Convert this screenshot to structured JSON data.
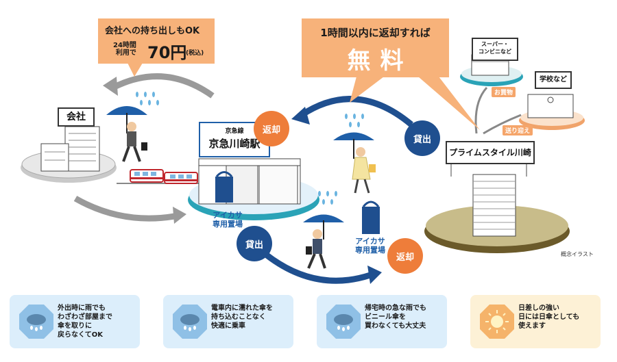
{
  "callout_company": {
    "line1": "会社への持ち出しもOK",
    "small": "24時間\n利用で",
    "price": "70円",
    "tax": "(税込)"
  },
  "callout_free": {
    "line1": "1時間以内に返却すれば",
    "big": "無料"
  },
  "station": {
    "line_name": "京急線",
    "station_name": "京急川崎駅",
    "storage_label": "アイカサ\n専用置場"
  },
  "building": {
    "company": "会社",
    "store": "スーパー・\nコンビニなど",
    "school": "学校など",
    "prime": "プライムスタイル川崎"
  },
  "tags": {
    "shopping": "お買物",
    "pickup": "送り迎え"
  },
  "actions": {
    "return": "返却",
    "lend": "貸出"
  },
  "storage2_label": "アイカサ\n専用置場",
  "concept_note": "概念イラスト",
  "panels": [
    {
      "text": "外出時に雨でも\nわざわざ部屋まで\n傘を取りに\n戻らなくてOK",
      "bg": "#dceefb"
    },
    {
      "text": "電車内に濡れた傘を\n持ち込むことなく\n快適に乗車",
      "bg": "#dceefb"
    },
    {
      "text": "帰宅時の急な雨でも\nビニール傘を\n買わなくても大丈夫",
      "bg": "#dceefb"
    },
    {
      "text": "日差しの強い\n日には日傘としても\n使えます",
      "bg": "#fdf1d6"
    }
  ],
  "colors": {
    "orange": "#ee7d3a",
    "navy": "#1f4f8f",
    "callout": "#f7b27a",
    "teal": "#2aa3b7"
  }
}
